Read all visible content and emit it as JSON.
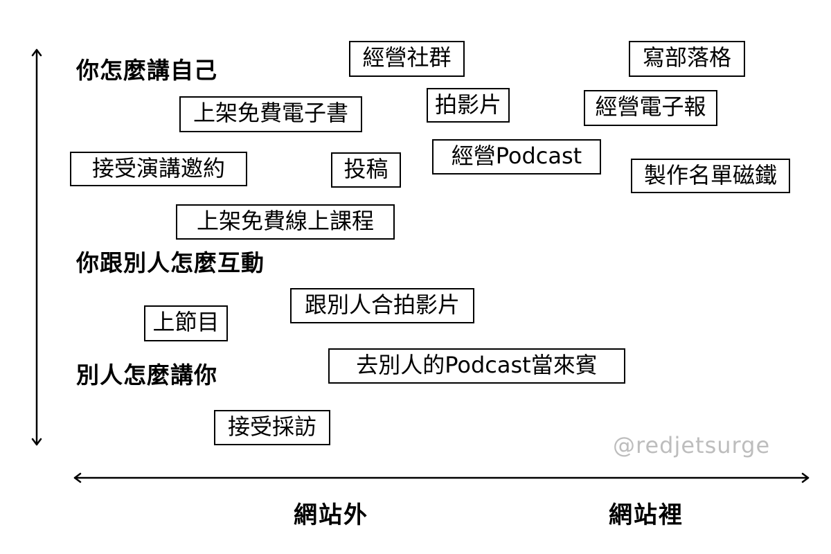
{
  "y_axis_categories": {
    "self": "你怎麼講自己",
    "interact": "你跟別人怎麼互動",
    "others": "別人怎麼講你"
  },
  "x_axis_labels": {
    "outside": "網站外",
    "inside": "網站裡"
  },
  "items": {
    "community": "經營社群",
    "blog": "寫部落格",
    "ebook": "上架免費電子書",
    "video": "拍影片",
    "newsletter": "經營電子報",
    "speaking": "接受演講邀約",
    "contribute": "投稿",
    "podcast": "經營Podcast",
    "lead_magnet": "製作名單磁鐵",
    "course": "上架免費線上課程",
    "collab_video": "跟別人合拍影片",
    "show": "上節目",
    "guest_podcast": "去別人的Podcast當來賓",
    "interview": "接受採訪"
  },
  "watermark": "@redjetsurge"
}
